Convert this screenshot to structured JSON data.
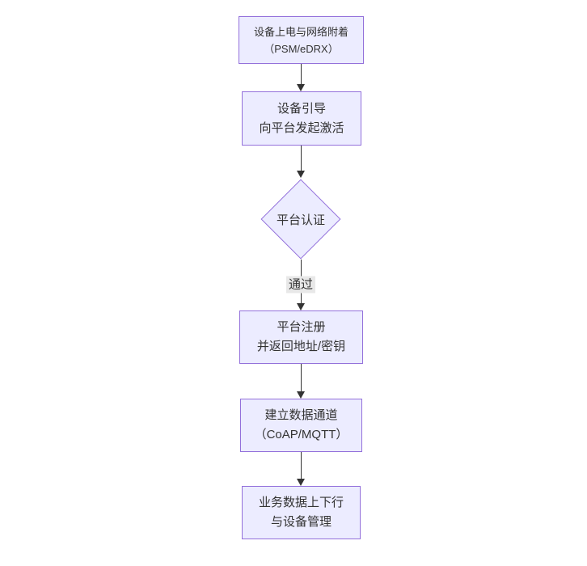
{
  "diagram": {
    "type": "flowchart",
    "direction": "top-down",
    "nodes": [
      {
        "id": "start",
        "shape": "rect",
        "lines": [
          "设备上电与网络附着",
          "（PSM/eDRX）"
        ]
      },
      {
        "id": "bootstrap",
        "shape": "rect",
        "lines": [
          "设备引导",
          "向平台发起激活"
        ]
      },
      {
        "id": "auth",
        "shape": "diamond",
        "lines": [
          "平台认证"
        ]
      },
      {
        "id": "register",
        "shape": "rect",
        "lines": [
          "平台注册",
          "并返回地址/密钥"
        ]
      },
      {
        "id": "channel",
        "shape": "rect",
        "lines": [
          "建立数据通道",
          "（CoAP/MQTT）"
        ]
      },
      {
        "id": "business",
        "shape": "rect",
        "lines": [
          "业务数据上下行",
          "与设备管理"
        ]
      }
    ],
    "edges": [
      {
        "from": "start",
        "to": "bootstrap",
        "label": ""
      },
      {
        "from": "bootstrap",
        "to": "auth",
        "label": ""
      },
      {
        "from": "auth",
        "to": "register",
        "label": "通过"
      },
      {
        "from": "register",
        "to": "channel",
        "label": ""
      },
      {
        "from": "channel",
        "to": "business",
        "label": ""
      }
    ],
    "colors": {
      "node_fill": "#ECECFF",
      "node_border": "#9370DB",
      "arrow": "#333333",
      "text": "#333333",
      "edge_label_bg": "#e8e8e8"
    }
  }
}
